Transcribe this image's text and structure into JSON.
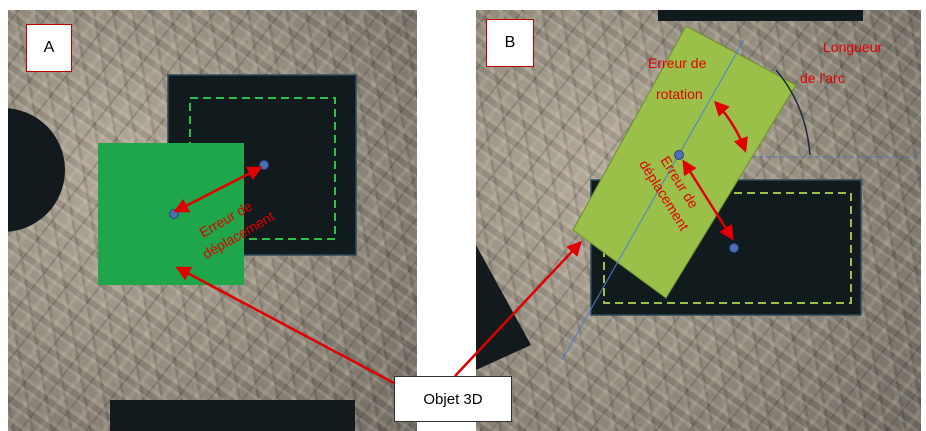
{
  "panel_a": {
    "label": "A",
    "annotation_line1": "Erreur de",
    "annotation_line2": "déplacement"
  },
  "panel_b": {
    "label": "B",
    "rotation_line1": "Erreur de",
    "rotation_line2": "rotation",
    "arc_line1": "Longueur",
    "arc_line2": "de l'arc",
    "displacement_line1": "Erreur de",
    "displacement_line2": "déplacement"
  },
  "callout": {
    "label": "Objet 3D"
  },
  "colors": {
    "annotation_red": "#e00000",
    "object_green_a": "#1fa64a",
    "object_green_b": "#9bc04a",
    "marker_dashes_a": "#2ec04a",
    "marker_dashes_b": "#9bc04a",
    "center_dot": "#4a6fb5",
    "dark_marker": "#111a1c"
  }
}
